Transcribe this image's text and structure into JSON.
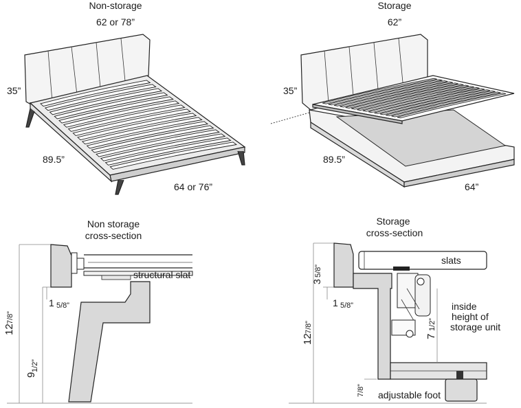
{
  "panels": {
    "top_left": {
      "title": "Non-storage",
      "width": "62 or 78”",
      "height": "35”",
      "length": "89.5”",
      "depth": "64 or 76”"
    },
    "top_right": {
      "title": "Storage",
      "width": "62”",
      "height": "35”",
      "length": "89.5”",
      "depth": "64”"
    },
    "bottom_left": {
      "title_line1": "Non storage",
      "title_line2": "cross-section",
      "label_slat": "structural slat",
      "dim_total_int": "12",
      "dim_total_frac": "7/8”",
      "dim_leg_int": "9",
      "dim_leg_frac": "1/2”",
      "dim_rail_int": "1",
      "dim_rail_frac": "5/8”"
    },
    "bottom_right": {
      "title_line1": "Storage",
      "title_line2": "cross-section",
      "label_slats": "slats",
      "label_inside_1": "inside",
      "label_inside_2": "height of",
      "label_inside_3": "storage unit",
      "label_foot": "adjustable foot",
      "dim_total_int": "12",
      "dim_total_frac": "7/8”",
      "dim_top_int": "3",
      "dim_top_frac": "5/8”",
      "dim_rail_int": "1",
      "dim_rail_frac": "5/8”",
      "dim_inside_int": "7",
      "dim_inside_frac": "1/2”",
      "dim_foot_frac": "7/8”"
    }
  }
}
